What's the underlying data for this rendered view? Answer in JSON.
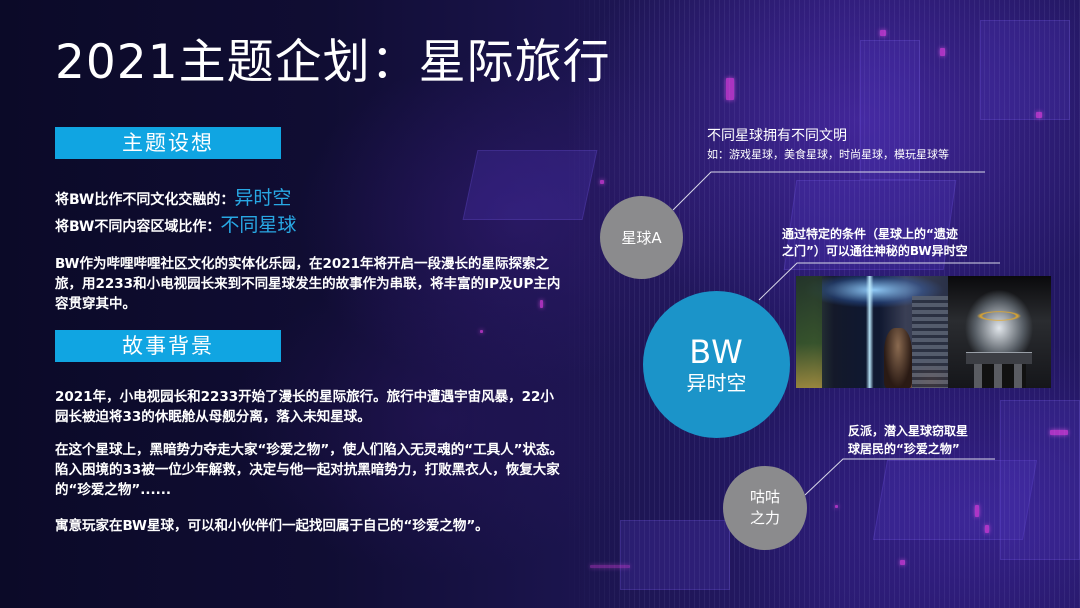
{
  "slide": {
    "title": "2021主题企划：星际旅行",
    "colors": {
      "background": "#0c0b2c",
      "accent_bar": "#10a5e2",
      "accent_text": "#28a8e4",
      "bw_circle": "#1b94c9",
      "gray_circle": "#8b8b8d",
      "text": "#ffffff"
    }
  },
  "theme_section": {
    "heading": "主题设想",
    "row1": {
      "prefix": "将BW比作不同文化交融的：",
      "highlight": "异时空"
    },
    "row2": {
      "prefix": "将BW不同内容区域比作：",
      "highlight": "不同星球"
    },
    "paragraph": "BW作为哔哩哔哩社区文化的实体化乐园，在2021年将开启一段漫长的星际探索之旅，用2233和小电视园长来到不同星球发生的故事作为串联，将丰富的IP及UP主内容贯穿其中。"
  },
  "story_section": {
    "heading": "故事背景",
    "paragraphs": [
      "2021年，小电视园长和2233开始了漫长的星际旅行。旅行中遭遇宇宙风暴，22小园长被迫将33的休眠舱从母舰分离，落入未知星球。",
      "在这个星球上，黑暗势力夺走大家“珍爱之物”，使人们陷入无灵魂的“工具人”状态。陷入困境的33被一位少年解救，决定与他一起对抗黑暗势力，打败黑衣人，恢复大家的“珍爱之物”......",
      "寓意玩家在BW星球，可以和小伙伴们一起找回属于自己的“珍爱之物”。"
    ]
  },
  "diagram": {
    "planet_a": {
      "label": "星球A",
      "note_title": "不同星球拥有不同文明",
      "note_sub": "如：游戏星球，美食星球，时尚星球，模玩星球等"
    },
    "bw": {
      "label_big": "BW",
      "label_small": "异时空",
      "note_line1": "通过特定的条件（星球上的“遗迹",
      "note_line2": "之门”）可以通往神秘的BW异时空"
    },
    "gugu": {
      "label_line1": "咕咕",
      "label_line2": "之力",
      "note_line1": "反派，潜入星球窃取星",
      "note_line2": "球居民的“珍爱之物”"
    },
    "images": [
      {
        "alt": "anime-city-light-beam-scene"
      },
      {
        "alt": "anime-girl-in-capsule-scene"
      }
    ]
  }
}
